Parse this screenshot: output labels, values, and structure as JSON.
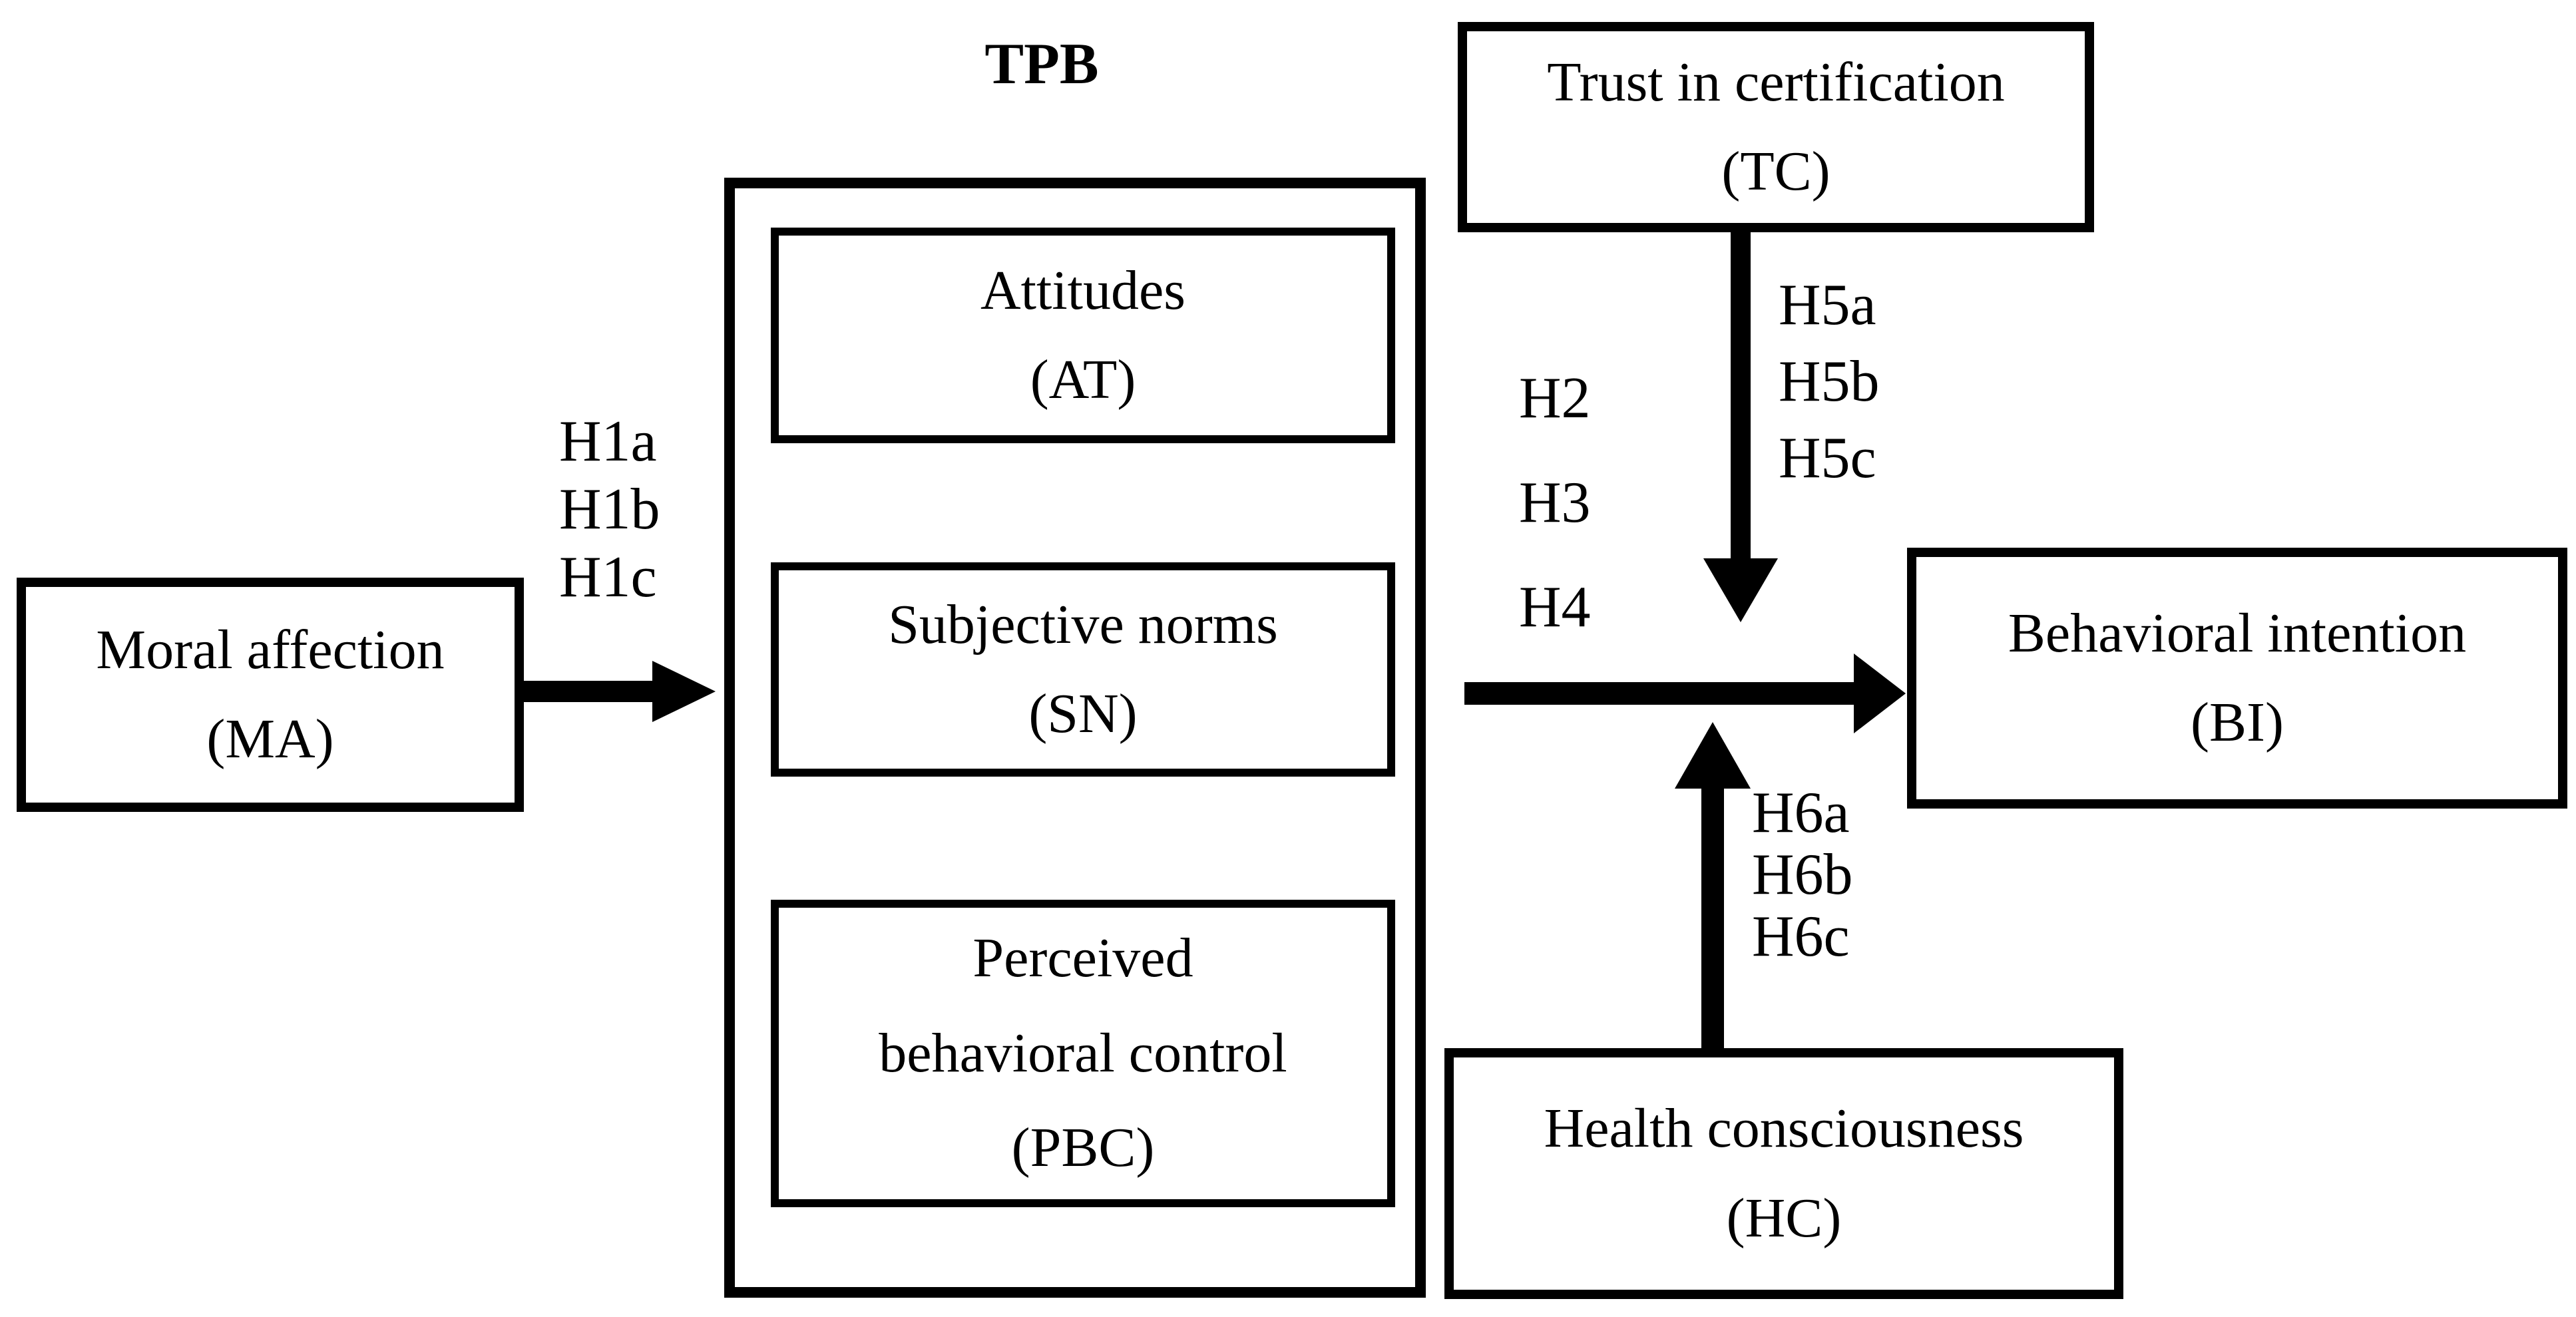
{
  "figure": {
    "background": "#ffffff",
    "line_color": "#000000",
    "tpb_group": {
      "label": "TPB"
    },
    "nodes": {
      "moral_affection": {
        "name": "Moral affection",
        "abbr": "(MA)"
      },
      "attitudes": {
        "name": "Attitudes",
        "abbr": "(AT)"
      },
      "subjective_norms": {
        "name": "Subjective norms",
        "abbr": "(SN)"
      },
      "perceived_behavioral_control": {
        "name_line1": "Perceived",
        "name_line2": "behavioral control",
        "abbr": "(PBC)"
      },
      "trust_in_certification": {
        "name": "Trust in certification",
        "abbr": "(TC)"
      },
      "behavioral_intention": {
        "name": "Behavioral intention",
        "abbr": "(BI)"
      },
      "health_consciousness": {
        "name": "Health consciousness",
        "abbr": "(HC)"
      }
    },
    "hypothesis_labels": {
      "ma_to_tpb": [
        "H1a",
        "H1b",
        "H1c"
      ],
      "tpb_to_bi": [
        "H2",
        "H3",
        "H4"
      ],
      "tc_moderation": [
        "H5a",
        "H5b",
        "H5c"
      ],
      "hc_moderation": [
        "H6a",
        "H6b",
        "H6c"
      ]
    }
  }
}
